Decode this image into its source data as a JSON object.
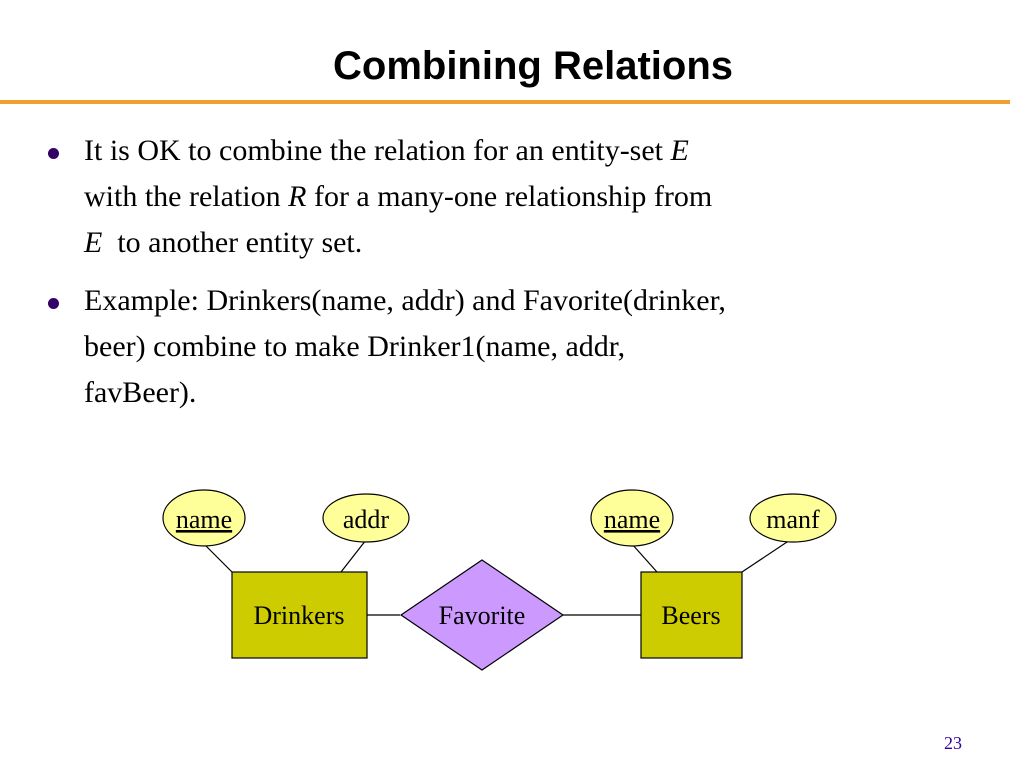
{
  "slide": {
    "title": "Combining Relations",
    "page_number": "23",
    "colors": {
      "title_rule": "#f0a030",
      "bullet": "#330066",
      "entity_fill": "#cccc00",
      "relationship_fill": "#cc99ff",
      "attribute_fill": "#ffff99",
      "page_number": "#330099"
    }
  },
  "bullets": [
    {
      "l1a": "It is OK to combine the relation for an entity-set ",
      "l1b": "E",
      "l2a": "with the relation ",
      "l2b": "R",
      "l2c": " for a many-one relationship from",
      "l3a": "E",
      "l3b": "  to another entity set."
    },
    {
      "l1": "Example: Drinkers(name, addr) and Favorite(drinker,",
      "l2": "beer) combine to make Drinker1(name, addr,",
      "l3": "favBeer)."
    }
  ],
  "diagram": {
    "entities": {
      "drinkers": "Drinkers",
      "beers": "Beers"
    },
    "relationship": "Favorite",
    "attributes": {
      "drinkers_name": "name",
      "drinkers_addr": "addr",
      "beers_name": "name",
      "beers_manf": "manf"
    }
  }
}
